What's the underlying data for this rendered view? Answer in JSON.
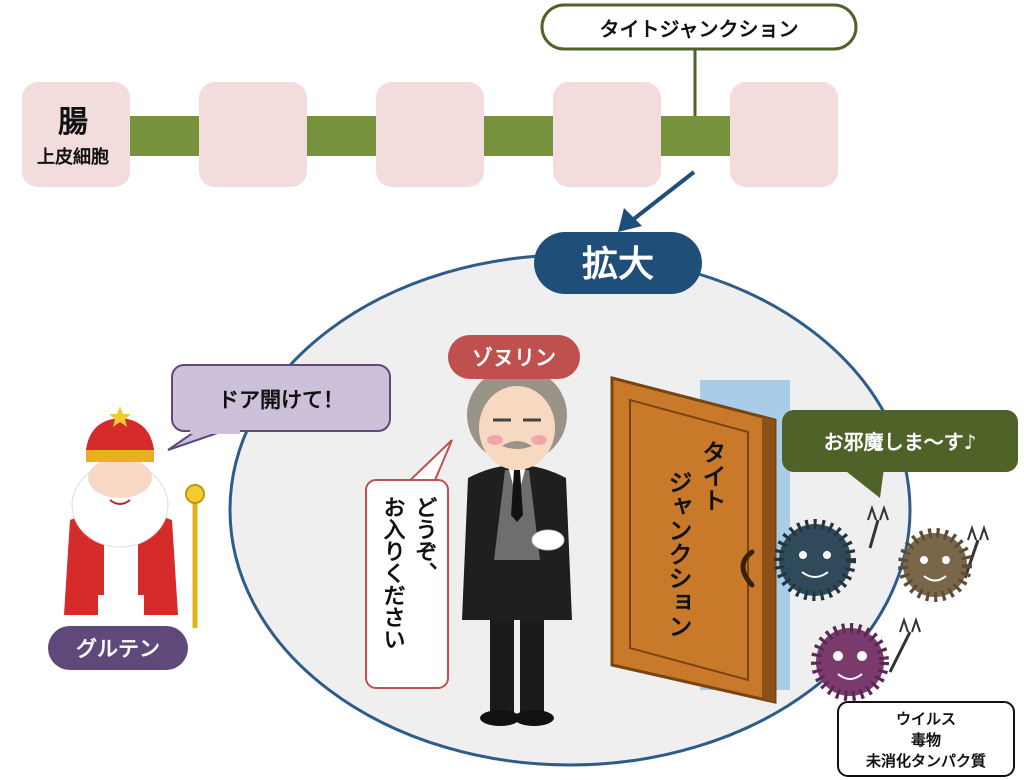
{
  "top": {
    "cell_label_line1": "腸",
    "cell_label_line2": "上皮細胞",
    "tight_junction_label": "タイトジャンクション"
  },
  "zoom_label": "拡大",
  "door": {
    "label_line1": "タイト",
    "label_line2": "ジャンクション"
  },
  "characters": {
    "butler": {
      "name": "ゾヌリン",
      "speech_line1": "どうぞ、",
      "speech_line2": "お入りください"
    },
    "king": {
      "name": "グルテン",
      "speech": "ドア開けて！"
    },
    "viruses": {
      "speech": "お邪魔しま～す♪",
      "label_line1": "ウイルス",
      "label_line2": "毒物",
      "label_line3": "未消化タンパク質"
    }
  },
  "colors": {
    "cell_fill": "#f2dcdc",
    "junction_green": "#76923c",
    "tag_border": "#4f6228",
    "zoom_navy": "#1f4e79",
    "zone_fill": "#efefef",
    "zone_border": "#2e5c8a",
    "butler_tag": "#c0504d",
    "king_tag": "#5f497a",
    "king_bubble": "#ccc0da",
    "virus_bubble": "#4f6228",
    "door": "#c87a2a"
  }
}
